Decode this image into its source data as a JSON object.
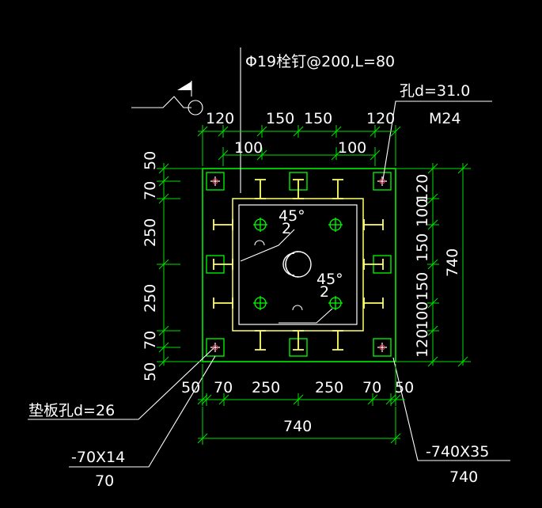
{
  "colors": {
    "background": "#000000",
    "dimension": "#00e000",
    "annotation": "#ffffff",
    "tube": "#ffff66",
    "plate": "#00ff00"
  },
  "annotations": {
    "stud": "Φ19栓钉@200,L=80",
    "hole": "孔d=31.0",
    "bolt": "M24",
    "pad_hole": "垫板孔d=26",
    "pad_plate": "-70X14",
    "pad_plate_size": "70",
    "base_plate": "-740X35",
    "base_plate_size": "740"
  },
  "dims": {
    "top_row1": [
      "120",
      "150",
      "150",
      "120"
    ],
    "top_row2": [
      "100",
      "100"
    ],
    "left": [
      "50",
      "70",
      "250",
      "250",
      "70",
      "50"
    ],
    "right": [
      "120",
      "100",
      "150",
      "150",
      "100",
      "120"
    ],
    "right_total": "740",
    "bottom": [
      "50",
      "70",
      "250",
      "250",
      "70",
      "50"
    ],
    "bottom_total": "740"
  },
  "weld_angles": {
    "upper": "45°",
    "upper_leg": "2",
    "lower": "45°",
    "lower_leg": "2"
  }
}
